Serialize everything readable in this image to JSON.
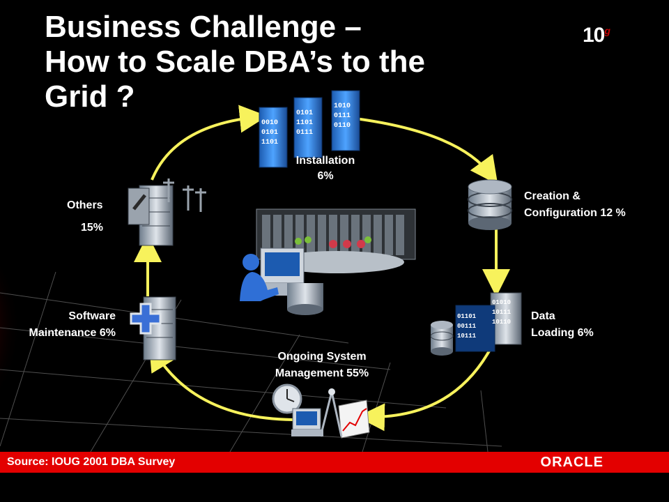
{
  "slide": {
    "title_lines": [
      "Business Challenge –",
      "How to Scale DBA’s to the",
      "Grid ?"
    ],
    "version_logo": "10",
    "version_logo_suffix": "g"
  },
  "cycle": {
    "installation": {
      "name": "Installation",
      "percent": "6%"
    },
    "creation": {
      "line1": "Creation &",
      "line2": "Configuration 12 %"
    },
    "data_loading": {
      "line1": "Data",
      "line2": "Loading 6%"
    },
    "ongoing": {
      "line1": "Ongoing System",
      "line2": "Management 55%"
    },
    "software": {
      "line1": "Software",
      "line2": "Maintenance 6%"
    },
    "others": {
      "name": "Others",
      "percent": "15%"
    }
  },
  "colors": {
    "arrow": "#f7f25c",
    "footer_band": "#e30000",
    "background": "#000000"
  },
  "footer": {
    "source": "Source: IOUG 2001 DBA Survey",
    "brand": "ORACLE"
  },
  "icons": {
    "installation": "binary-server-icons",
    "creation": "database-cylinder-icon",
    "data_loading": "binary-database-server-icon",
    "ongoing": "clock-monitor-chart-icon",
    "software": "server-plus-icon",
    "others": "server-wrench-icon",
    "center": "dba-user-storage-icon"
  }
}
